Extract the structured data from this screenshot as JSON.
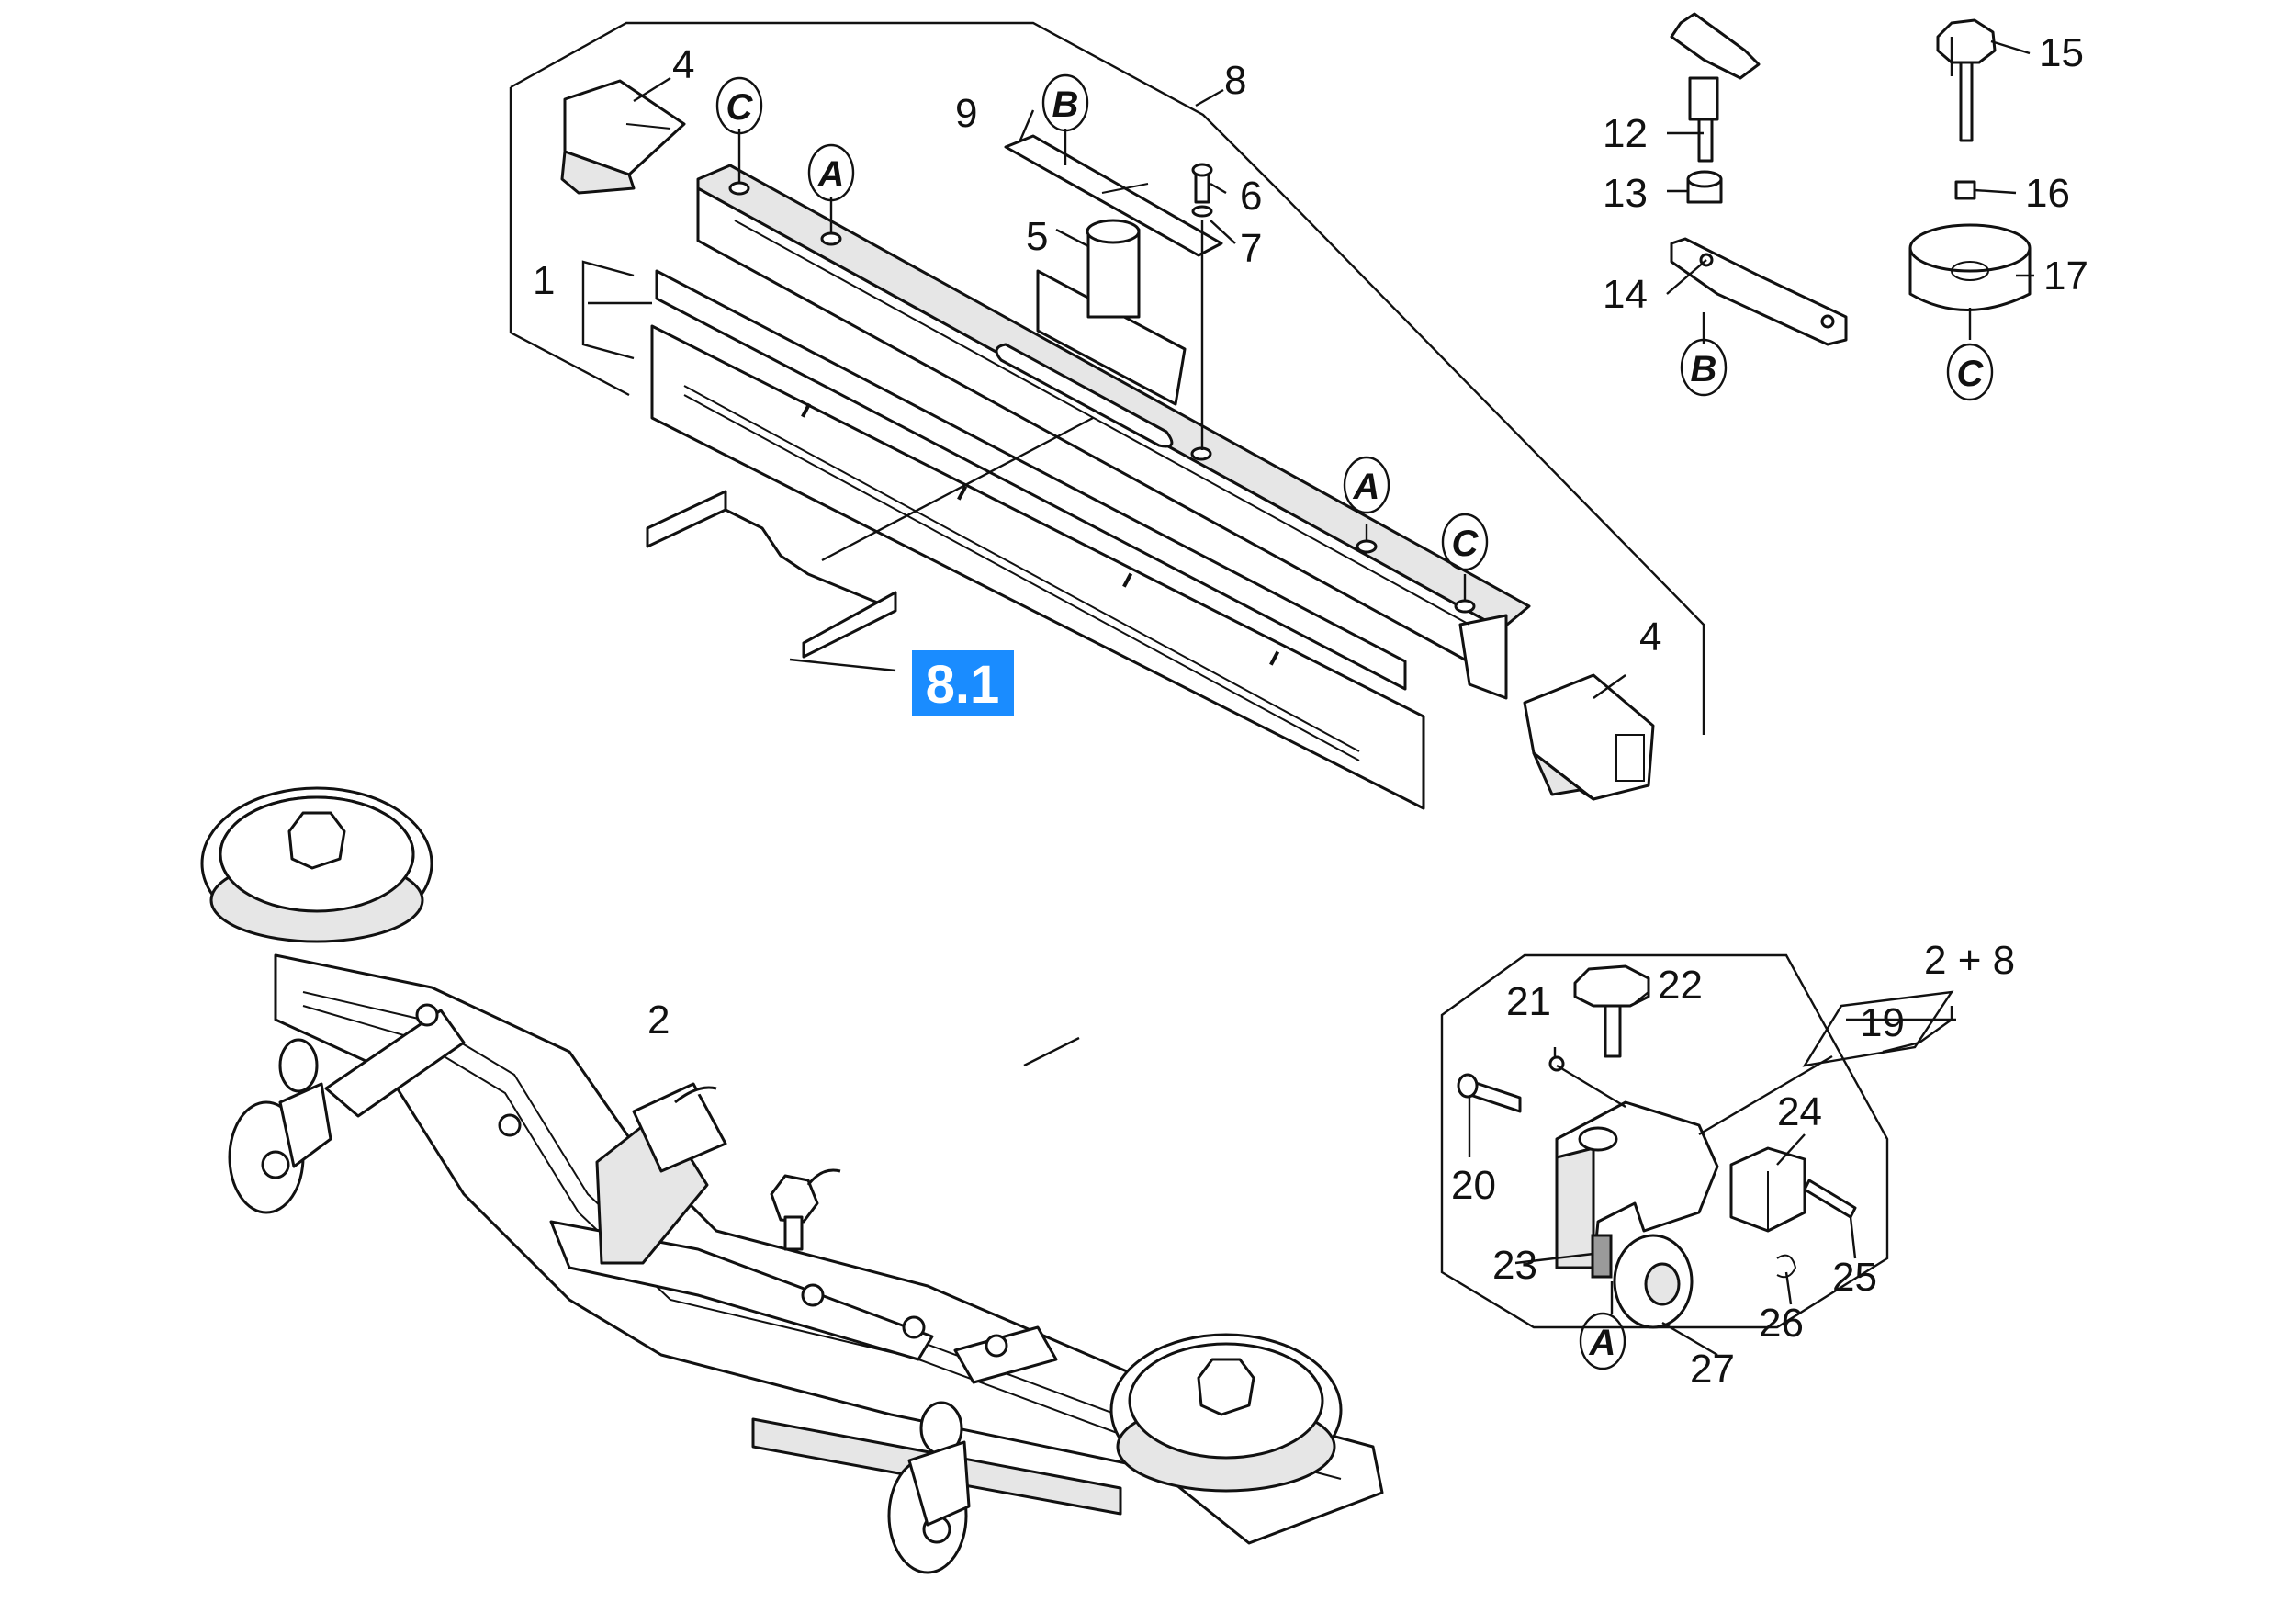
{
  "callouts": {
    "n1": "1",
    "n2": "2",
    "n4a": "4",
    "n4b": "4",
    "n5": "5",
    "n6": "6",
    "n7": "7",
    "n8": "8",
    "n9": "9",
    "n12": "12",
    "n13": "13",
    "n14": "14",
    "n15": "15",
    "n16": "16",
    "n17": "17",
    "n19": "19",
    "n20": "20",
    "n21": "21",
    "n22": "22",
    "n23": "23",
    "n24": "24",
    "n25": "25",
    "n26": "26",
    "n27": "27",
    "combo": "2 + 8",
    "highlight": "8.1"
  },
  "ref_letters": {
    "c1": "C",
    "a1": "A",
    "b1": "B",
    "a2": "A",
    "c2": "C",
    "b2": "B",
    "c3": "C",
    "a3": "A"
  },
  "colors": {
    "highlight_bg": "#1a8cff",
    "line": "#111111"
  },
  "icons": {
    "main_assembly": "squeegee-frame-assembly",
    "bottom_assembly": "squeegee-body-with-wheels",
    "caster_detail": "caster-wheel-detail"
  }
}
